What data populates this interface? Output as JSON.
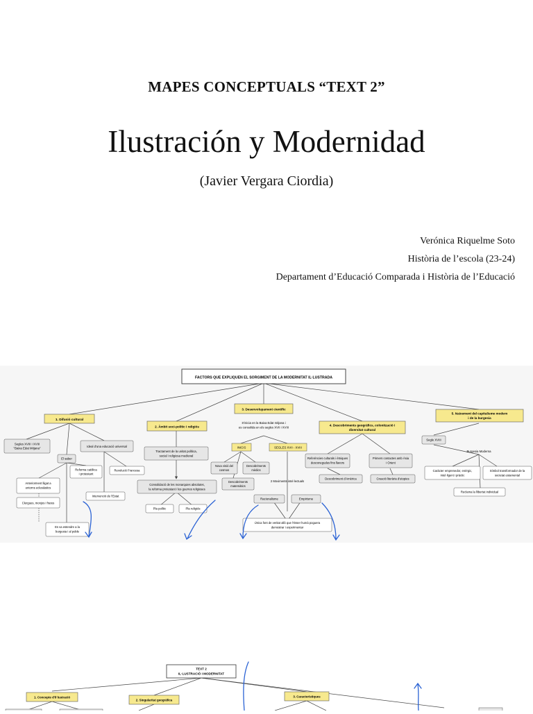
{
  "header": {
    "doc_label": "MAPES CONCEPTUALS “TEXT 2”",
    "title": "Ilustración y Modernidad",
    "author": "(Javier Vergara Ciordia)"
  },
  "meta": {
    "student": "Verónica Riquelme Soto",
    "course": "Història de l’escola (23-24)",
    "department": "Departament d’Educació Comparada i Història de l’Educació"
  },
  "map1": {
    "root": "FACTORS QUE EXPLIQUEN EL SORGIMENT DE LA MODERNITAT IL·LUSTRADA",
    "n1": "1. Difusió cultural",
    "n1_a": "Segles XVIII i XVIII",
    "n1_a2": "\"Baixa Edat Mitjana\"",
    "n1_b": "Ideal d'una educació universal",
    "n1_c": "El saber",
    "n1_d": "Reforma catòlica",
    "n1_d2": "i protestant",
    "n1_e": "Revolució Francesa",
    "n1_f": "Intervenció de l'Estat",
    "n1_g": "Anteriorment lligat a",
    "n1_g2": "entorns eclesiàstics",
    "n1_h": "Clergues, monjos i frares",
    "n1_i": "Es va estendre a la",
    "n1_i2": "burgesia i al poble",
    "n2": "2. Àmbit soci-polític i religiós",
    "n2_a": "Tractament de la unitat política,",
    "n2_a2": "social i religiosa medieval",
    "n2_b": "Consolidació de les monarquies absolutes,",
    "n2_b2": "la reforma protestant i les guerres religioses",
    "n2_c": "Pla polític",
    "n2_d": "Pla religiós",
    "n3": "3. Desenvolupament científic",
    "n3_a": "S'inicia en la Baixa Edat mitjana i",
    "n3_a2": "es consolida en els segles XVII i XVIII",
    "n3_b": "INICIS",
    "n3_c": "SEGLES XVII - XVIII",
    "n3_d": "Nova visió del",
    "n3_d2": "cosmos",
    "n3_e": "Descobriments",
    "n3_e2": "mèdics",
    "n3_f": "Descobriments",
    "n3_f2": "matemàtics",
    "n3_g": "2 Moviments intel·lectuals",
    "n3_h": "Racionalisme",
    "n3_i": "Empirisme",
    "n3_j": "Única font de veritat allò que l'ésser humà poguera",
    "n3_j2": "demostrar i experimentar",
    "n4": "4. Descobriments geogràfics, colonització i",
    "n4_2": "diversitat cultural",
    "n4_a": "Referències culturals i ètniques",
    "n4_a2": "desconegudes fins llavors",
    "n4_b": "Primers contactes amb Àsia",
    "n4_b2": "i Orient",
    "n4_c": "Descobriment d'Amèrica",
    "n4_d": "Creació literària d'utopies",
    "n5": "5. Naixement del capitalisme modern",
    "n5_2": "i de la burgesia",
    "n5_a": "Segle XVIII",
    "n5_b": "Burgesia Moderna",
    "n5_c": "Caràcter emprenedor, enèrgic,",
    "n5_c2": "intel·ligent i pràctic",
    "n5_d": "Símbol transformador de la",
    "n5_d2": "societat estamental",
    "n5_e": "Reclama la llibertat individual"
  },
  "map2": {
    "root": "TEXT 2",
    "root2": "IL·LUSTRACIÓ I MODERNITAT",
    "n1": "1. Concepte d'il·lustració",
    "n2": "2. Singularitat geogràfica",
    "n3": "3. Característiques"
  },
  "colors": {
    "node_yellow": "#f7e98e",
    "node_gray": "#e6e6e6",
    "pen_blue": "#2a62d4",
    "line": "#444444"
  }
}
